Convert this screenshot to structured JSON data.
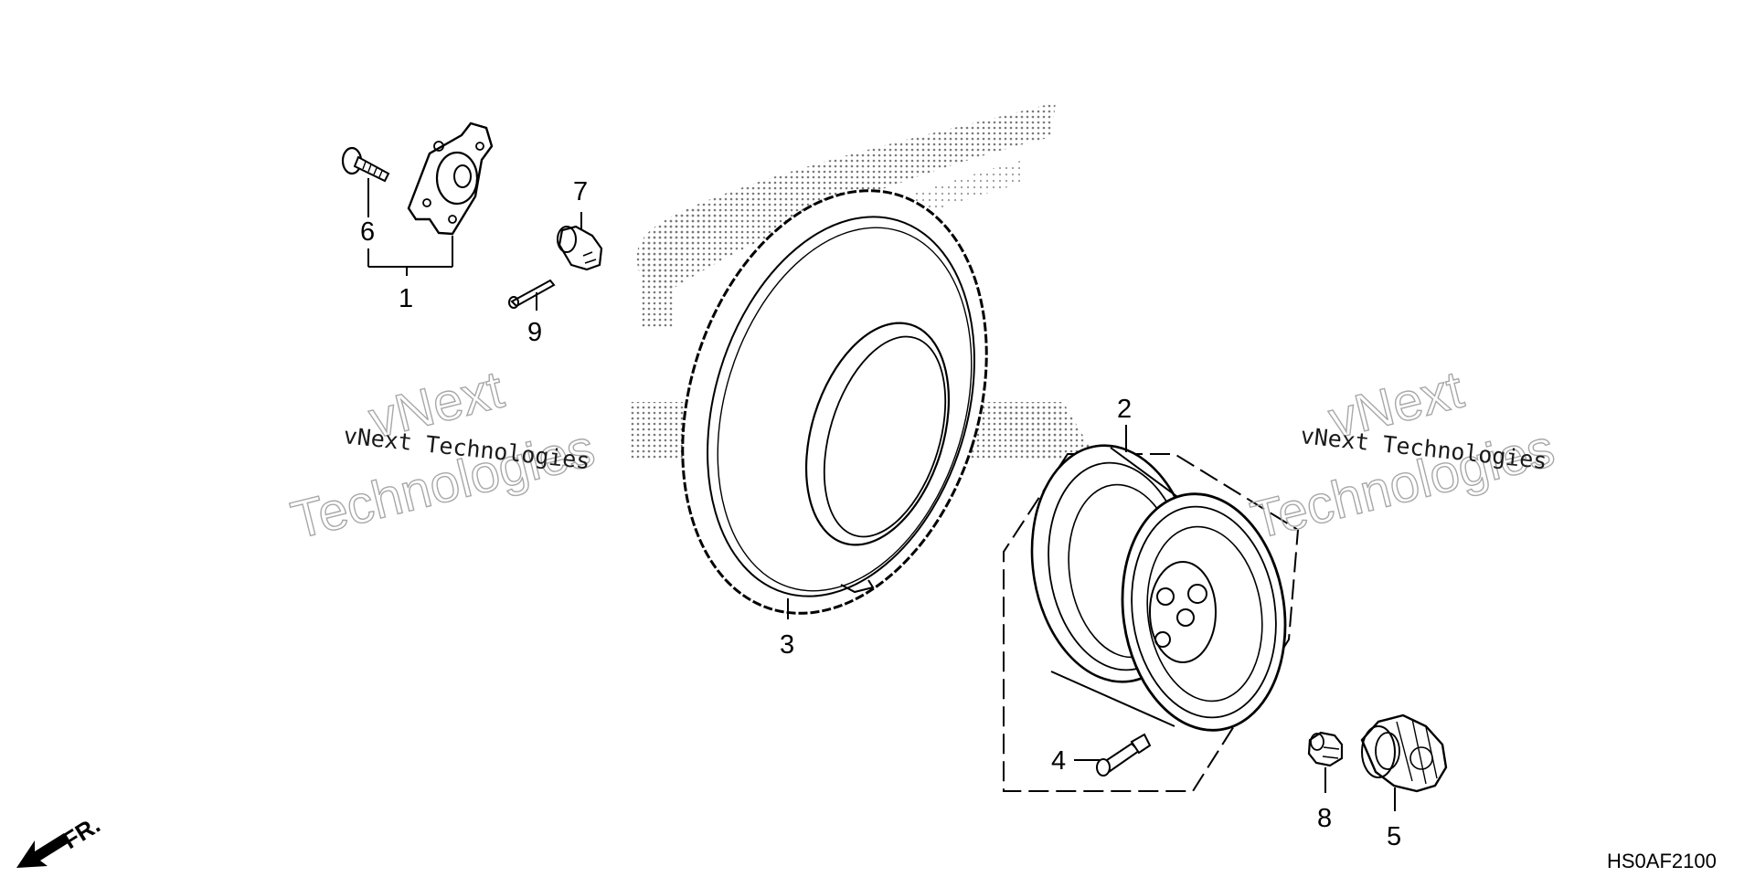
{
  "diagram": {
    "code": "HS0AF2100",
    "direction_label": "FR.",
    "watermark_brand_line": "vNext Technologies",
    "watermark_outline_top": "vNext",
    "watermark_outline_bottom": "Technologies",
    "callouts": [
      {
        "id": "1",
        "part": "hub"
      },
      {
        "id": "2",
        "part": "wheel-rim"
      },
      {
        "id": "3",
        "part": "tire"
      },
      {
        "id": "4",
        "part": "valve"
      },
      {
        "id": "5",
        "part": "cap"
      },
      {
        "id": "6",
        "part": "bolt"
      },
      {
        "id": "7",
        "part": "castle-nut"
      },
      {
        "id": "8",
        "part": "wheel-nut"
      },
      {
        "id": "9",
        "part": "cotter-pin"
      }
    ]
  }
}
